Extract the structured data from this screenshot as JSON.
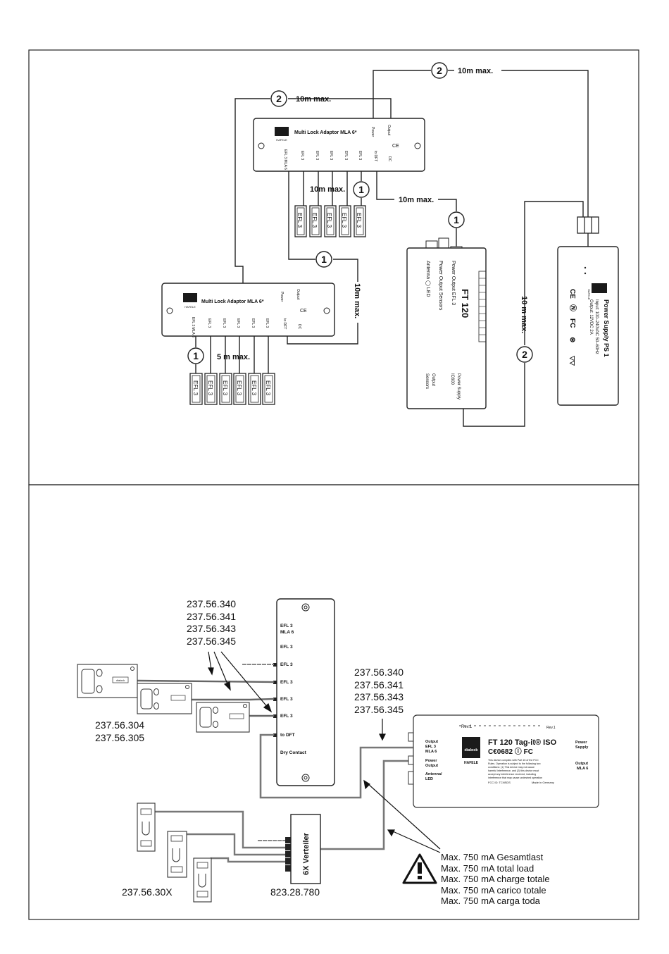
{
  "top": {
    "adapter_upper": {
      "title": "Multi Lock Adaptor MLA 6*",
      "brand": "HAFELE",
      "ports": [
        "EFL 3 MLA 6",
        "EFL 3",
        "EFL 3",
        "EFL 3",
        "EFL 3",
        "EFL 3",
        "to DFT",
        "DC"
      ],
      "side": [
        "Power",
        "Output"
      ],
      "ce": "CE"
    },
    "adapter_lower": {
      "title": "Multi Lock Adaptor MLA 6*",
      "brand": "HAFELE",
      "ports": [
        "EFL 3 MLA 6",
        "EFL 3",
        "EFL 3",
        "EFL 3",
        "EFL 3",
        "EFL 3",
        "to DFT",
        "DC"
      ],
      "side": [
        "Power",
        "Output"
      ],
      "ce": "CE"
    },
    "lock_label": "EFL 3",
    "dist_10m": "10m max.",
    "dist_10m_spaced": "10 m max.",
    "dist_5m": "5 m max.",
    "marker_1": "1",
    "marker_2": "2",
    "reader": {
      "model": "FT 120",
      "texts": [
        "Power Output EFL 3",
        "Power Output Sensors",
        "Antenna ◯ LED"
      ],
      "power": [
        "Power Supply",
        "IC600"
      ],
      "output": [
        "Output",
        "Sensors"
      ]
    },
    "psu": {
      "title": "Power Supply PS 1",
      "input": "Input: 100–240VAC 50–60Hz",
      "output": "Output: 12VDC 2A",
      "brand": "HAFELE",
      "marks": [
        "CE",
        "Ⓝ",
        "FC",
        "⊛",
        "▽▽"
      ]
    }
  },
  "bottom": {
    "part_numbers_a": [
      "237.56.340",
      "237.56.341",
      "237.56.343",
      "237.56.345"
    ],
    "part_numbers_b": [
      "237.56.340",
      "237.56.341",
      "237.56.343",
      "237.56.345"
    ],
    "lock_numbers": [
      "237.56.304",
      "237.56.305"
    ],
    "sensor_number": "237.56.30X",
    "distributor_number": "823.28.780",
    "distributor_label": "6X Verteiler",
    "panel_ports": [
      "EFL 3",
      "MLA 6",
      "EFL 3",
      "EFL 3",
      "EFL 3",
      "EFL 3",
      "EFL 3",
      "to DFT",
      "Dry Contact"
    ],
    "reader": {
      "model": "FT 120 Tag-it® ISO",
      "cert": "C€0682 ⓘ FC",
      "brand_top": "dialock",
      "brand_bottom": "HAFELE",
      "left_labels": [
        "Output",
        "EFL 3",
        "MLA 6",
        "Power",
        "Output",
        "Antenna/",
        "LED"
      ],
      "right_labels": [
        "Power",
        "Supply",
        "Output",
        "MLA 6"
      ],
      "fine_print": [
        "This device complies with Part 15 of the FCC",
        "Rules. Operation is subject to the following two",
        "conditions: (1) This device may not cause",
        "harmful interference, and (2) this device must",
        "accept any interference received, including",
        "interference that may cause undesired operation"
      ],
      "fcc_id": "FCC ID: TCNSDS",
      "made_in": "Made in Germany",
      "serial": "Rev.1"
    },
    "warnings": [
      "Max. 750 mA Gesamtlast",
      "Max. 750 mA total load",
      "Max. 750 mA charge totale",
      "Max. 750 mA carico totale",
      "Max. 750 mA carga toda"
    ],
    "lock_brand": "dialock"
  }
}
